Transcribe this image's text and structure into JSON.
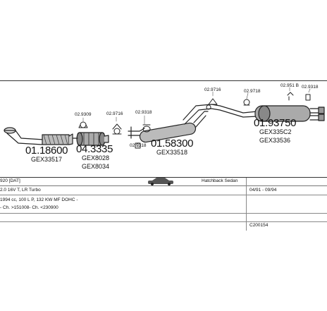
{
  "parts": {
    "p1": {
      "number": "01.18600",
      "code": "GEX33517"
    },
    "p2": {
      "number": "04.3335",
      "code1": "GEX8028",
      "code2": "GEX8034"
    },
    "p3": {
      "number": "01.58300",
      "code": "GEX33518"
    },
    "p4": {
      "number": "01.93750",
      "code1": "GEX335C2",
      "code2": "GEX33536"
    }
  },
  "fittings": {
    "f1": "02.9309",
    "f2": "02.9716",
    "f3": "02.9318",
    "f4": "02.9318",
    "f5": "02.9716",
    "f6": "02.9718",
    "f7": "02.951 B",
    "f8": "02.9318"
  },
  "info": {
    "model": "920 [DAT]",
    "body": "Hatchback Sedan",
    "engine": "2.0 16V T, LR Turbo",
    "engine_detail": "1994 cc, 100 L P, 132 KW MF DOHC -",
    "chassis": "- Ch. >151008- Ch. <230900",
    "dates": "04/91 - 09/94",
    "ref": "C200154"
  }
}
